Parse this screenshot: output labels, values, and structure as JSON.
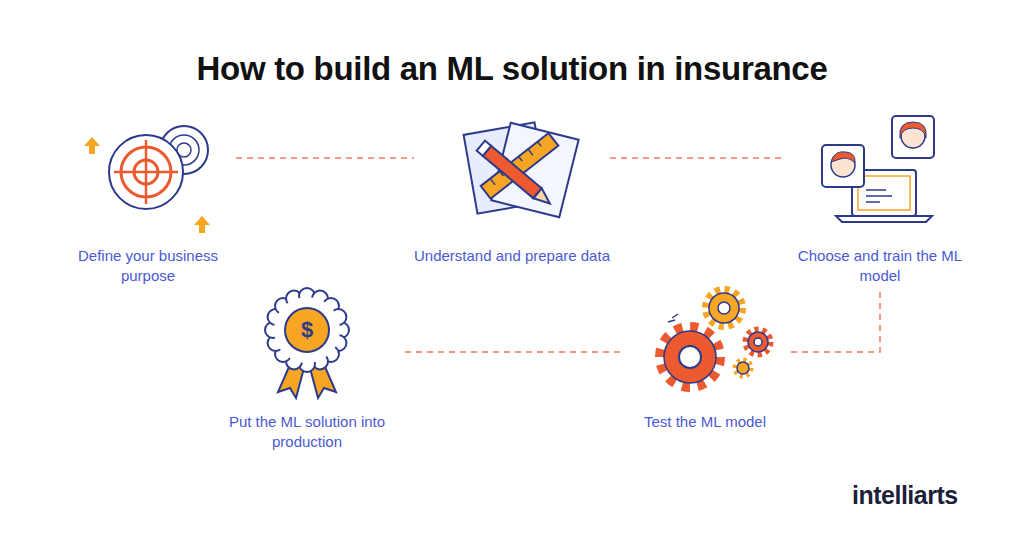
{
  "diagram": {
    "title": "How to build an ML solution in insurance",
    "nodes": [
      {
        "text": [
          "Define your business purpose"
        ]
      },
      {
        "text": [
          "Understand and prepare data"
        ]
      },
      {
        "text": [
          "Choose and train the ML model"
        ]
      },
      {
        "text": [
          "Put the ML solution into production"
        ]
      },
      {
        "text": [
          "Test the ML model"
        ]
      }
    ],
    "edges": [
      {
        "from": 0,
        "to": 1,
        "arrow": "none"
      },
      {
        "from": 1,
        "to": 2,
        "arrow": "none"
      },
      {
        "from": 2,
        "to": 4,
        "arrow": "none"
      },
      {
        "from": 4,
        "to": 3,
        "arrow": "none"
      }
    ],
    "labels": [
      "$",
      "intelliarts"
    ]
  }
}
